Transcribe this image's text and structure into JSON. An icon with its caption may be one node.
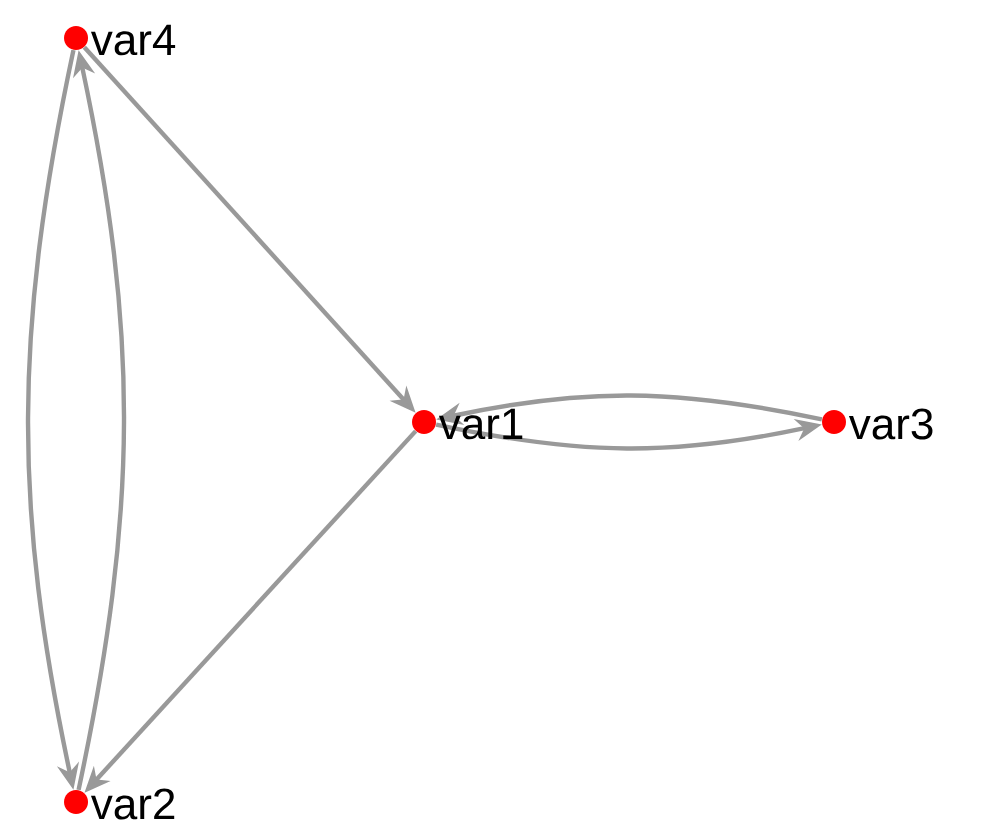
{
  "diagram": {
    "nodes": [
      {
        "text": [],
        "shape": "circle",
        "beside": [
          "var4"
        ]
      },
      {
        "text": [],
        "shape": "circle",
        "beside": [
          "var1"
        ]
      },
      {
        "text": [],
        "shape": "circle",
        "beside": [
          "var3"
        ]
      },
      {
        "text": [],
        "shape": "circle",
        "beside": [
          "var2"
        ]
      }
    ],
    "edges": [
      {
        "from": 0,
        "to": 1,
        "arrow": "to"
      },
      {
        "from": 1,
        "to": 3,
        "arrow": "to"
      },
      {
        "from": 1,
        "to": 2,
        "arrow": "to"
      },
      {
        "from": 2,
        "to": 1,
        "arrow": "to"
      },
      {
        "from": 0,
        "to": 3,
        "arrow": "to"
      },
      {
        "from": 3,
        "to": 0,
        "arrow": "to"
      }
    ]
  }
}
